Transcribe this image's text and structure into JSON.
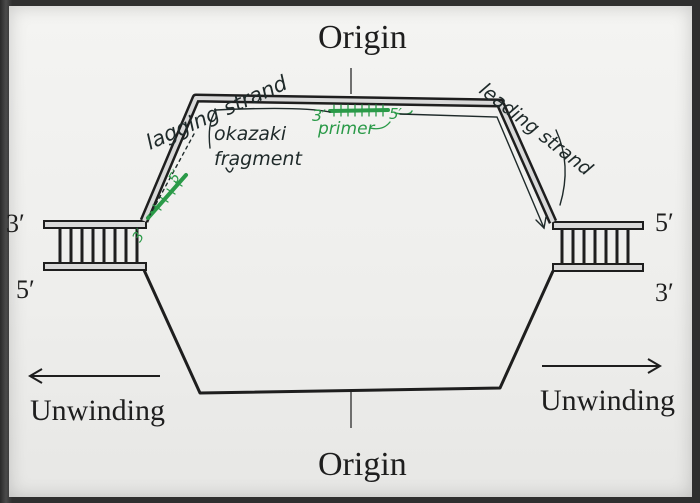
{
  "labels": {
    "origin_top": "Origin",
    "origin_bottom": "Origin",
    "left_top_end": "3′",
    "left_bottom_end": "5′",
    "right_top_end": "5′",
    "right_bottom_end": "3′",
    "unwinding_left": "Unwinding",
    "unwinding_right": "Unwinding"
  },
  "annotations": {
    "lagging_strand": "lagging strand",
    "leading_strand": "leading strand",
    "okazaki_line1": "okazaki",
    "okazaki_line2": "fragment",
    "primer": "primer",
    "end_3_top": "3′",
    "end_5_top": "5′",
    "end_3_left": "3′",
    "end_5_left": "5′"
  },
  "colors": {
    "ink": "#1e1e1e",
    "green_ink": "#2a9a48",
    "dna_fill": "#d9d9d9"
  }
}
